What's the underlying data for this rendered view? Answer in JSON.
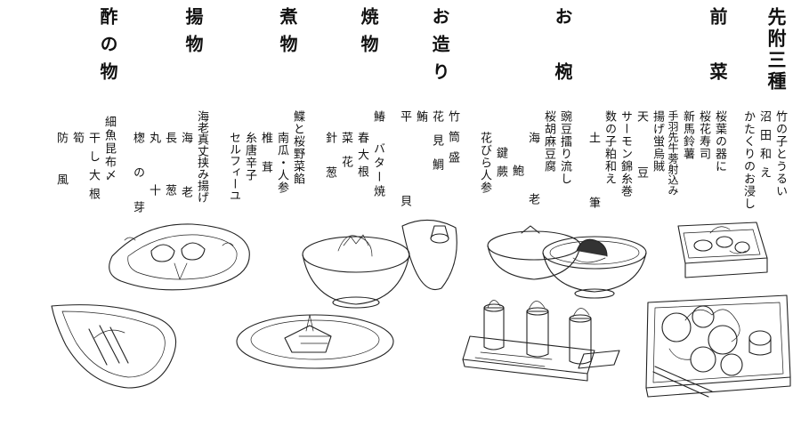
{
  "menu": {
    "sections": [
      {
        "title": "先附三種",
        "items": [
          "竹の子とうるい",
          "沼田和え",
          "かたくりのお浸し"
        ]
      },
      {
        "title": "前菜",
        "items": [
          "桜葉の器に",
          "桜花寿司",
          "新馬鈴薯",
          "手羽先牛蒡射込み",
          "揚げ蛍烏賊",
          "天豆",
          "サーモン錦糸巻",
          "数の子粕和え",
          "土筆"
        ]
      },
      {
        "title": "お椀",
        "items": [
          "豌豆擂り流し",
          "桜胡麻豆腐",
          "海老",
          "鮑",
          "鍵蕨",
          "花びら人参"
        ]
      },
      {
        "title": "お造り",
        "items": [
          "竹筒盛",
          "花見鯛",
          "鮪",
          "平貝"
        ]
      },
      {
        "title": "焼物",
        "items": [
          "鰆",
          "バター焼",
          "春大根",
          "菜花",
          "針葱"
        ]
      },
      {
        "title": "煮物",
        "items": [
          "鰈と桜野菜餡",
          "南瓜・人参",
          "椎茸",
          "糸唐辛子",
          "セルフィーユ"
        ]
      },
      {
        "title": "揚物",
        "items": [
          "海老真丈挟み揚げ",
          "海老",
          "長葱",
          "丸十",
          "楤の芽"
        ]
      },
      {
        "title": "酢の物",
        "items": [
          "細魚昆布〆",
          "干し大根",
          "筍",
          "防風"
        ]
      }
    ]
  }
}
